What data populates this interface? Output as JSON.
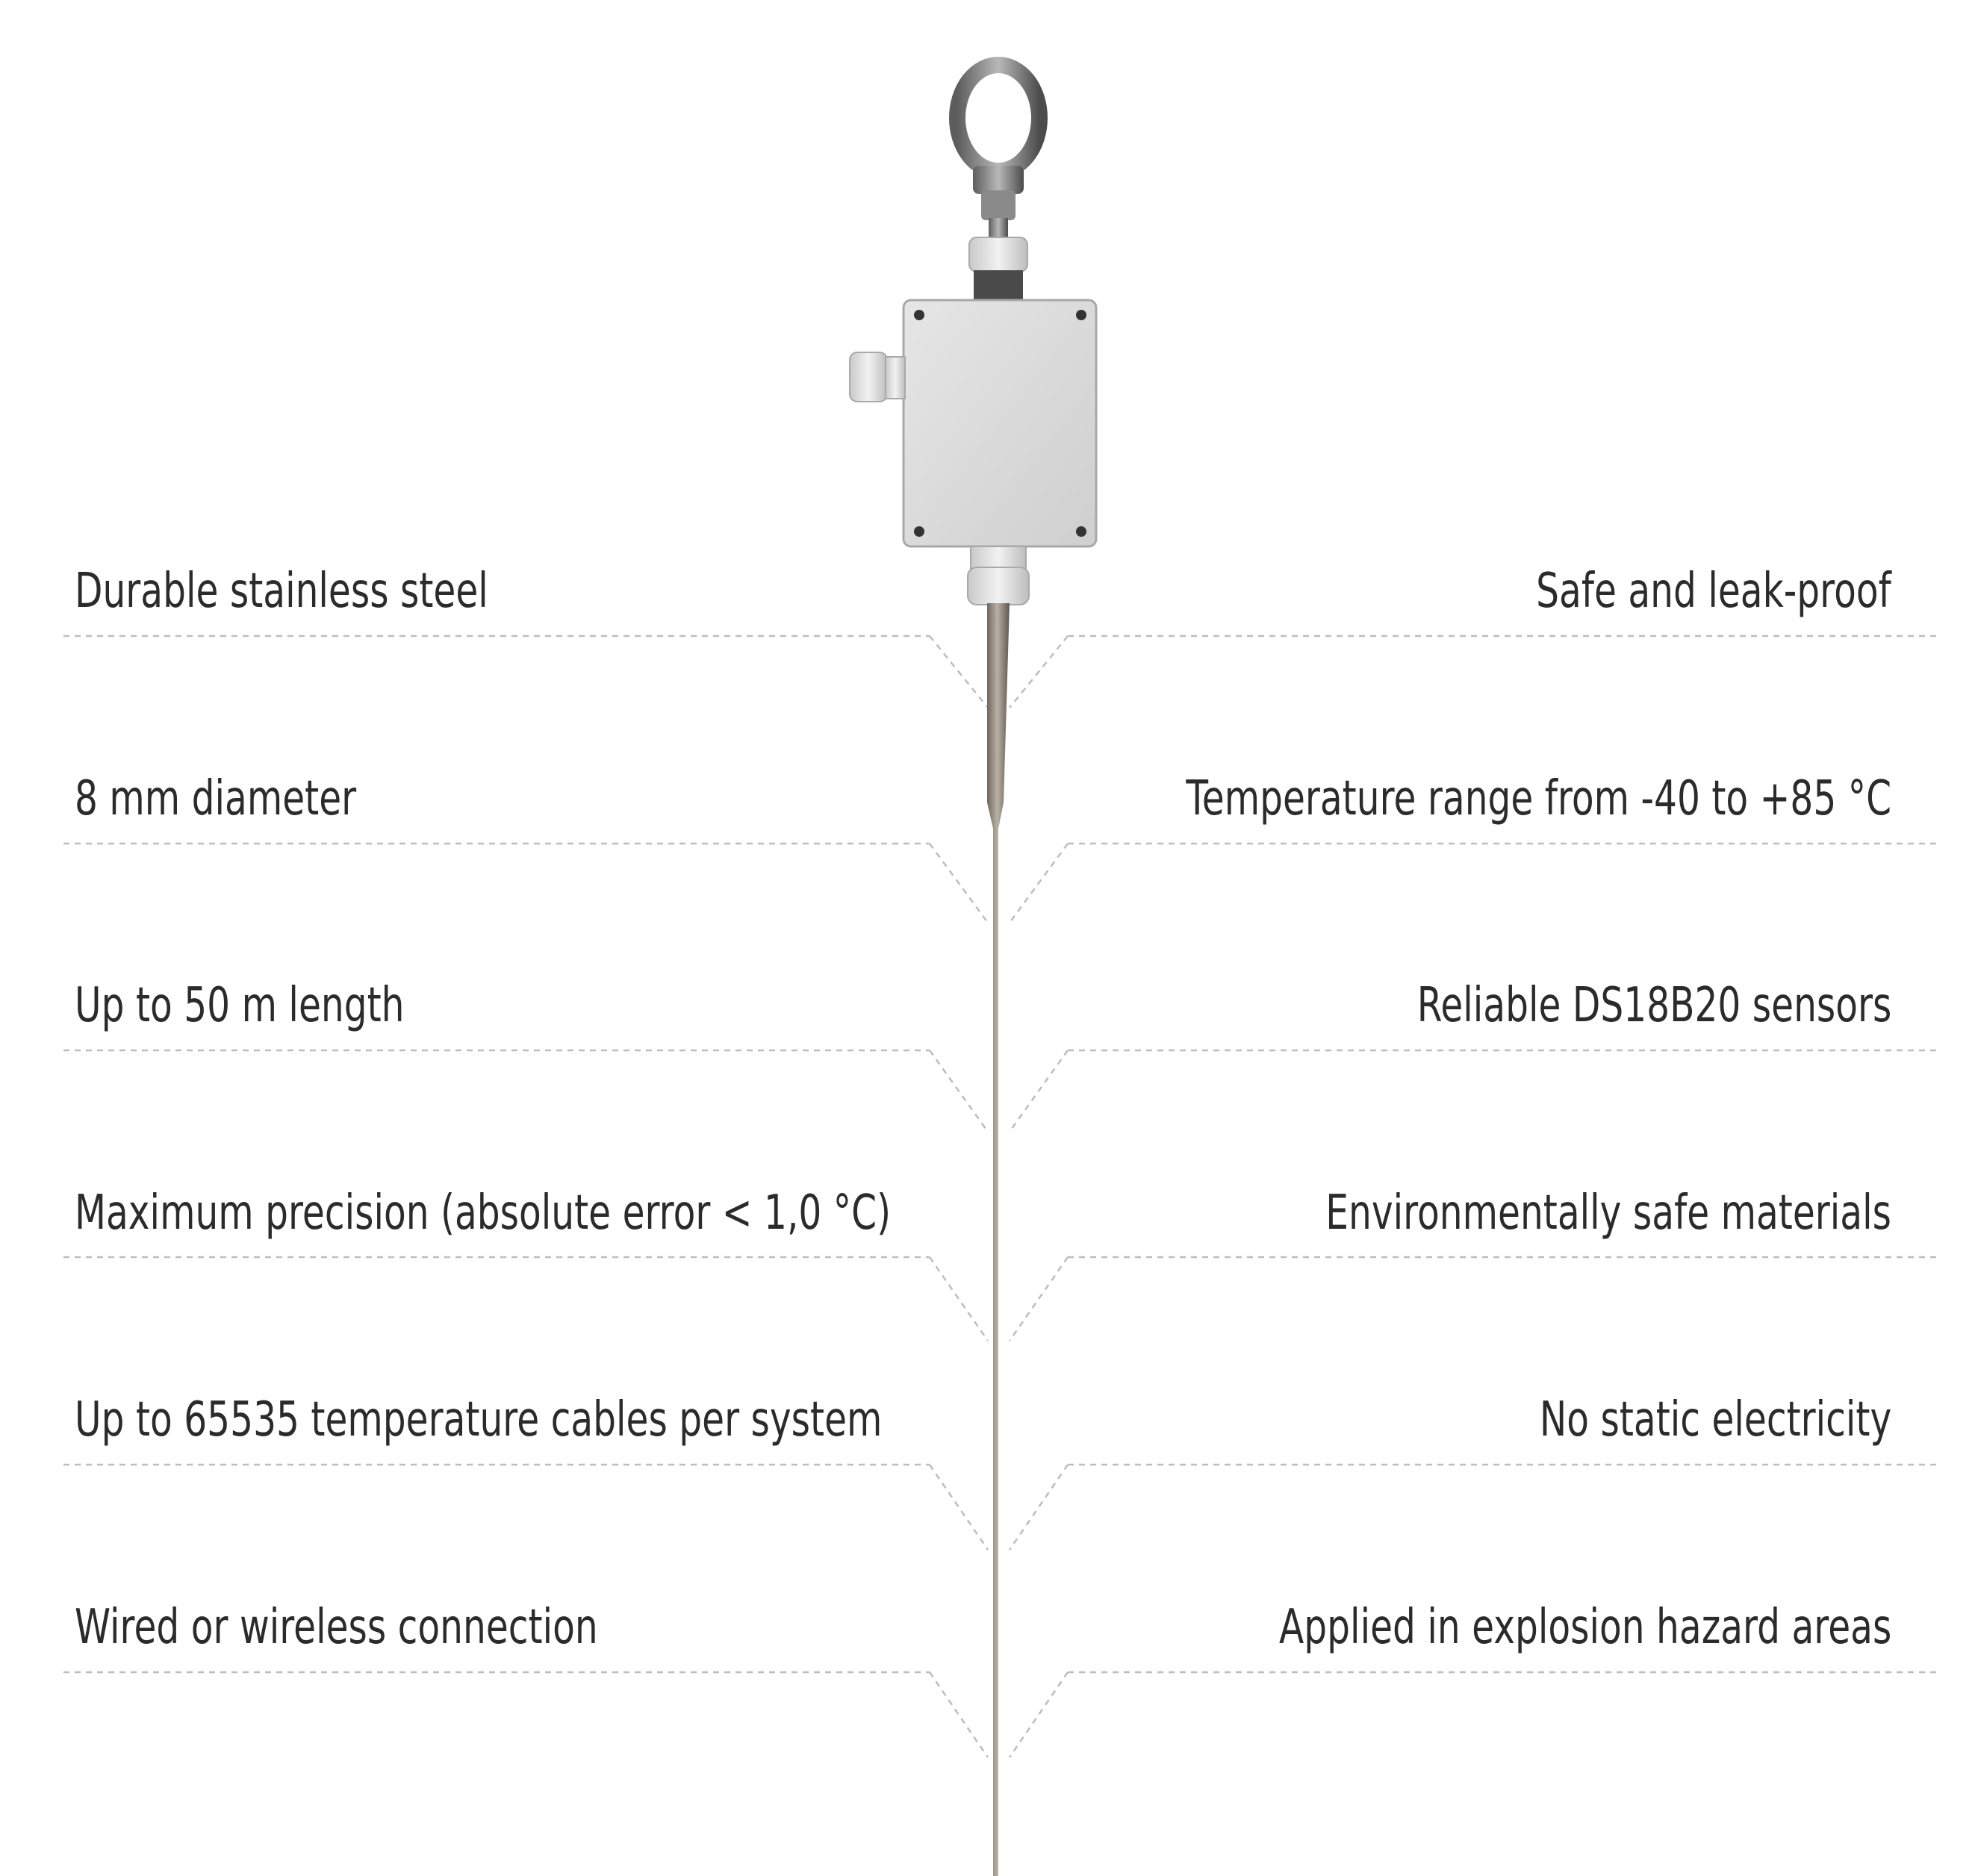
{
  "product": {
    "image": "temperature-cable-with-junction-box-and-eye-bolt"
  },
  "features_left": [
    "Durable stainless steel",
    "8 mm diameter",
    "Up to 50 m length",
    "Maximum precision (absolute error < 1,0 °C)",
    "Up to 65535 temperature cables per system",
    "Wired or wireless connection"
  ],
  "features_right": [
    "Safe and leak-proof",
    "Temperature range from -40 to +85 °C",
    "Reliable DS18B20 sensors",
    "Environmentally safe materials",
    "No static electricity",
    "Applied in explosion hazard areas"
  ],
  "colors": {
    "background": "#ffffff",
    "text": "#2b2b2b",
    "leader_line": "#bdbdbd",
    "box": "#dcdcdc",
    "steel": "#8f8578"
  }
}
